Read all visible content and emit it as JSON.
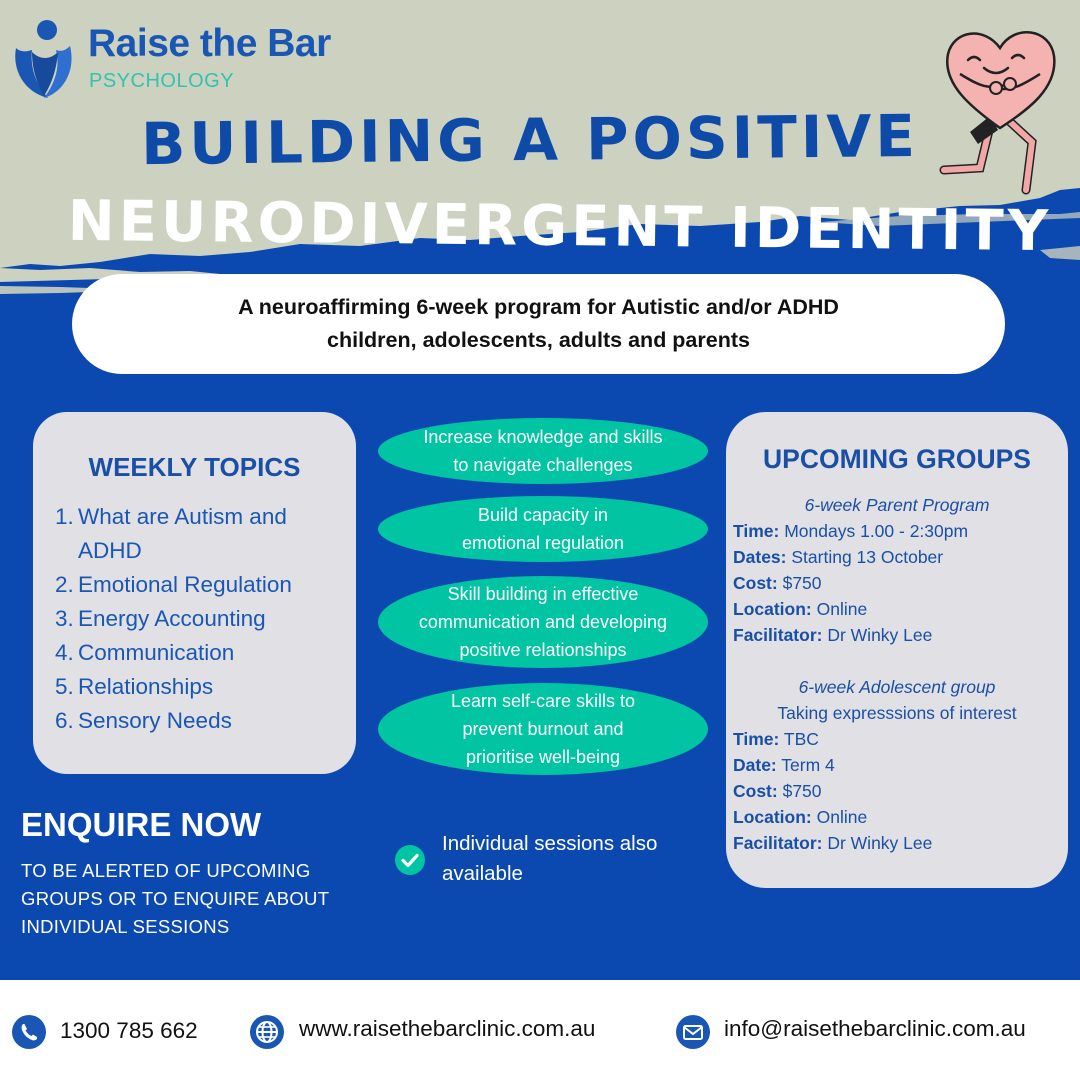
{
  "brand": {
    "name": "Raise the Bar",
    "sub": "PSYCHOLOGY"
  },
  "title": {
    "line1": "BUILDING A POSITIVE",
    "line2": "NEURODIVERGENT IDENTITY"
  },
  "subtitle": {
    "line1": "A neuroaffirming 6-week program for Autistic and/or ADHD",
    "line2": "children, adolescents, adults and parents"
  },
  "topics": {
    "heading": "WEEKLY TOPICS",
    "items": [
      {
        "num": "1.",
        "lines": [
          "What are Autism and",
          "ADHD"
        ]
      },
      {
        "num": "2.",
        "lines": [
          "Emotional Regulation"
        ]
      },
      {
        "num": "3.",
        "lines": [
          "Energy Accounting"
        ]
      },
      {
        "num": "4.",
        "lines": [
          "Communication"
        ]
      },
      {
        "num": "5.",
        "lines": [
          "Relationships"
        ]
      },
      {
        "num": "6.",
        "lines": [
          "Sensory Needs"
        ]
      }
    ]
  },
  "goals": [
    {
      "lines": [
        "Increase knowledge and skills",
        "to navigate challenges"
      ]
    },
    {
      "lines": [
        "Build capacity in",
        "emotional regulation"
      ]
    },
    {
      "lines": [
        "Skill building in effective",
        "communication and developing",
        "positive relationships"
      ]
    },
    {
      "lines": [
        "Learn self-care skills to",
        "prevent burnout and",
        "prioritise well-being"
      ]
    }
  ],
  "groups": {
    "heading": "UPCOMING GROUPS",
    "parent": {
      "title": "6-week Parent Program",
      "time_label": "Time:",
      "time_value": " Mondays 1.00 - 2:30pm",
      "dates_label": "Dates:",
      "dates_value": " Starting 13 October",
      "cost_label": "Cost:",
      "cost_value": " $750",
      "location_label": "Location:",
      "location_value": " Online",
      "facilitator_label": "Facilitator:",
      "facilitator_value": " Dr Winky Lee"
    },
    "adolescent": {
      "title": "6-week Adolescent group",
      "note": "Taking expresssions of interest",
      "time_label": "Time:",
      "time_value": " TBC",
      "date_label": "Date:",
      "date_value": " Term 4",
      "cost_label": "Cost:",
      "cost_value": " $750",
      "location_label": "Location:",
      "location_value": " Online",
      "facilitator_label": "Facilitator:",
      "facilitator_value": " Dr Winky Lee"
    }
  },
  "enquire": {
    "heading": "ENQUIRE NOW",
    "lines": [
      "TO BE ALERTED OF UPCOMING",
      "GROUPS OR TO ENQUIRE ABOUT",
      "INDIVIDUAL SESSIONS"
    ]
  },
  "individual": {
    "lines": [
      "Individual sessions also",
      "available"
    ]
  },
  "contact": {
    "phone": "1300 785 662",
    "website": "www.raisethebarclinic.com.au",
    "email": "info@raisethebarclinic.com.au"
  },
  "colors": {
    "primary_blue": "#0b49b0",
    "heading_blue": "#1a4fa6",
    "sage": "#cdd1bf",
    "teal": "#00c4a2",
    "card_grey": "#e1e1e5"
  },
  "icons": [
    "logo-mark-icon",
    "heart-character-icon",
    "check-icon",
    "phone-icon",
    "globe-icon",
    "mail-icon"
  ]
}
